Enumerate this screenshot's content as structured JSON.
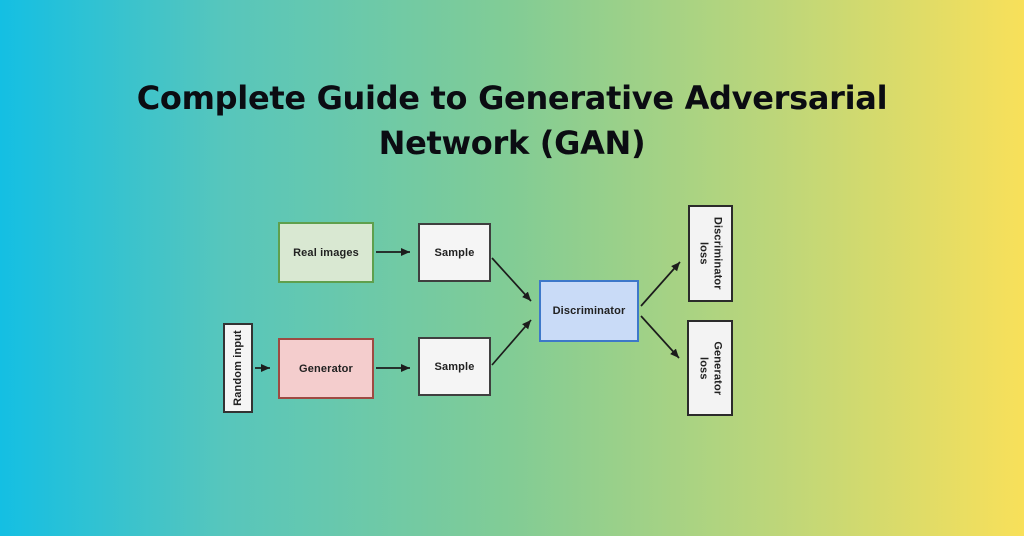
{
  "title": {
    "line1": "Complete Guide to Generative Adversarial",
    "line2": "Network (GAN)"
  },
  "diagram": {
    "nodes": {
      "random_input": {
        "label": "Random input"
      },
      "real_images": {
        "label": "Real images"
      },
      "generator": {
        "label": "Generator"
      },
      "sample_top": {
        "label": "Sample"
      },
      "sample_bottom": {
        "label": "Sample"
      },
      "discriminator": {
        "label": "Discriminator"
      },
      "discriminator_loss": {
        "line1": "Discriminator",
        "line2": "loss"
      },
      "generator_loss": {
        "line1": "Generator",
        "line2": "loss"
      }
    },
    "edges": [
      {
        "from": "real-images",
        "to": "sample-top"
      },
      {
        "from": "random-input",
        "to": "generator"
      },
      {
        "from": "generator",
        "to": "sample-bottom"
      },
      {
        "from": "sample-top",
        "to": "discriminator"
      },
      {
        "from": "sample-bottom",
        "to": "discriminator"
      },
      {
        "from": "discriminator",
        "to": "discriminator-loss"
      },
      {
        "from": "discriminator",
        "to": "generator-loss"
      }
    ],
    "colors": {
      "background_left": "#14bfe3",
      "background_mid": "#82cc95",
      "background_right": "#f8e05a",
      "real_images_fill": "#d9e8d2",
      "real_images_border": "#5fa04d",
      "generator_fill": "#f4cdcd",
      "generator_border": "#9e4a42",
      "discriminator_fill": "#c9dbf7",
      "discriminator_border": "#3d78c9",
      "neutral_fill": "#f5f5f5",
      "neutral_border": "#3f3f3f",
      "arrow": "#1c1c1c",
      "title_text": "#0b0c12",
      "label_text": "#212121"
    }
  }
}
